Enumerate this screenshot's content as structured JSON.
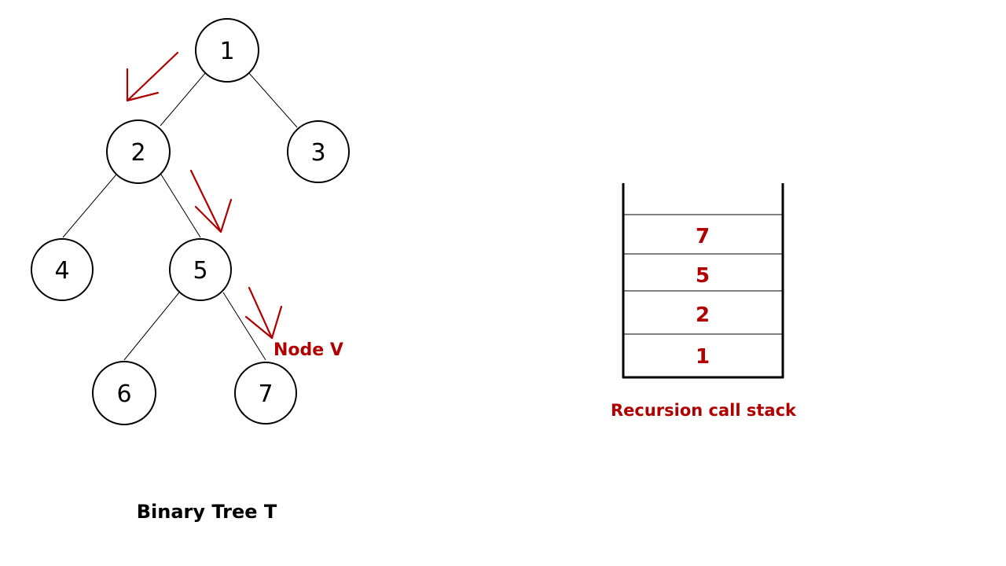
{
  "tree": {
    "caption": "Binary Tree T",
    "nodes": [
      {
        "id": "n1",
        "label": "1"
      },
      {
        "id": "n2",
        "label": "2"
      },
      {
        "id": "n3",
        "label": "3"
      },
      {
        "id": "n4",
        "label": "4"
      },
      {
        "id": "n5",
        "label": "5"
      },
      {
        "id": "n6",
        "label": "6"
      },
      {
        "id": "n7",
        "label": "7"
      }
    ],
    "edges": [
      {
        "from": "n1",
        "to": "n2"
      },
      {
        "from": "n1",
        "to": "n3"
      },
      {
        "from": "n2",
        "to": "n4"
      },
      {
        "from": "n2",
        "to": "n5"
      },
      {
        "from": "n5",
        "to": "n6"
      },
      {
        "from": "n5",
        "to": "n7"
      }
    ],
    "highlight_label": "Node V",
    "accent_color": "#b00000"
  },
  "stack": {
    "caption": "Recursion call stack",
    "frames": [
      "7",
      "5",
      "2",
      "1"
    ]
  }
}
